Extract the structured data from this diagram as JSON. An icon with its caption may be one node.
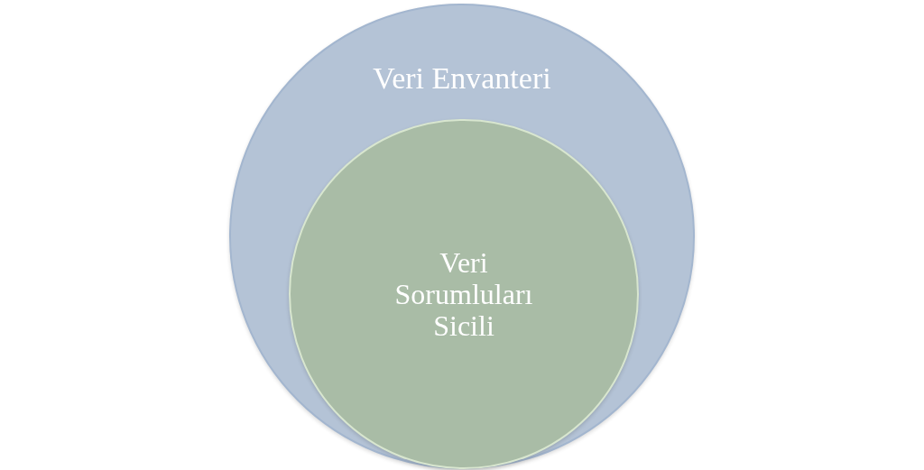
{
  "diagram": {
    "nodes": [
      {
        "text": [
          "Veri Envanteri"
        ]
      },
      {
        "text": [
          "Veri Sorumluları Sicili"
        ],
        "in": 0
      }
    ]
  }
}
